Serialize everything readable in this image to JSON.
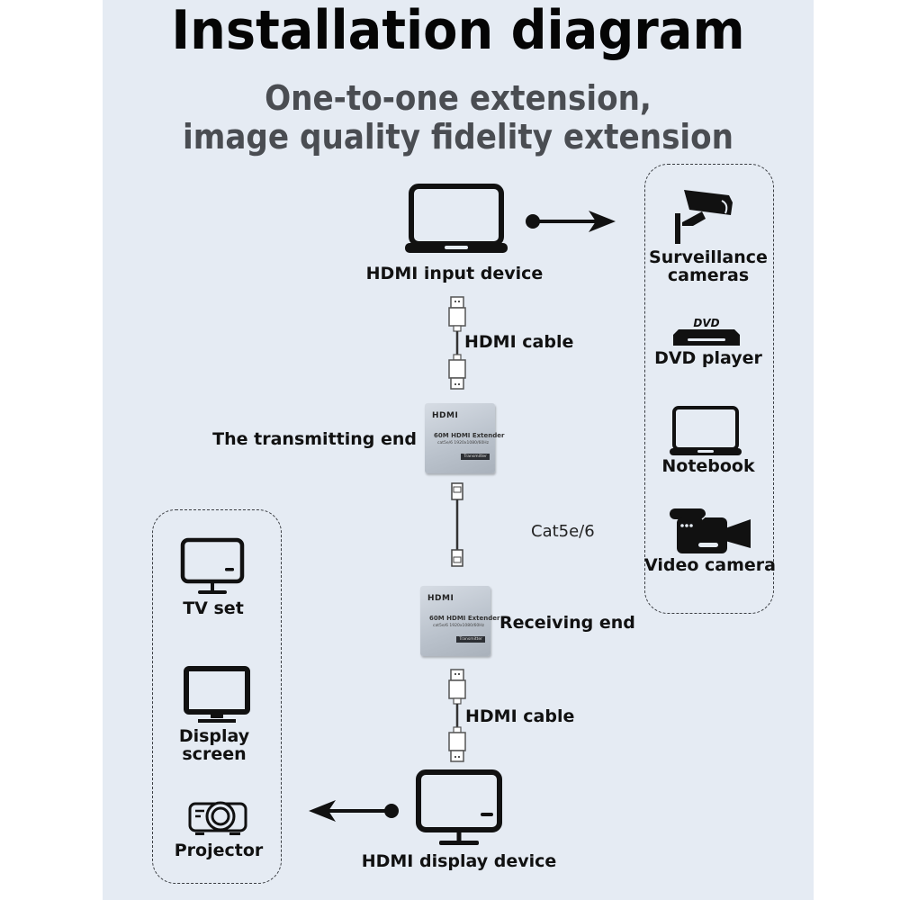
{
  "header": {
    "title": "Installation diagram",
    "subtitle_line1": "One-to-one extension,",
    "subtitle_line2": "image quality fidelity extension"
  },
  "chain": {
    "input_device": {
      "label": "HDMI input device",
      "icon": "laptop-icon"
    },
    "cable_top": {
      "label": "HDMI cable",
      "icon": "hdmi-cable-icon"
    },
    "transmitter": {
      "label": "The transmitting end",
      "brand": "HDMI",
      "name": "60M HDMI Extender",
      "spec": "cat5e/6 1920x1080/60Hz",
      "tag": "Transmitter"
    },
    "cable_mid": {
      "label": "Cat5e/6",
      "icon": "ethernet-cable-icon"
    },
    "receiver": {
      "label": "Receiving end",
      "brand": "HDMI",
      "name": "60M HDMI Extender",
      "spec": "cat5e/6 1920x1080/60Hz",
      "tag": "Transmitter"
    },
    "cable_bottom": {
      "label": "HDMI cable",
      "icon": "hdmi-cable-icon"
    },
    "display_device": {
      "label": "HDMI display device",
      "icon": "monitor-icon"
    }
  },
  "sources": {
    "items": [
      {
        "label_line1": "Surveillance",
        "label_line2": "cameras",
        "icon": "cctv-camera-icon"
      },
      {
        "label": "DVD player",
        "icon": "dvd-player-icon",
        "logo_text": "DVD"
      },
      {
        "label": "Notebook",
        "icon": "laptop-icon"
      },
      {
        "label": "Video camera",
        "icon": "video-camera-icon"
      }
    ]
  },
  "outputs": {
    "items": [
      {
        "label": "TV set",
        "icon": "tv-icon"
      },
      {
        "label_line1": "Display",
        "label_line2": "screen",
        "icon": "display-screen-icon"
      },
      {
        "label": "Projector",
        "icon": "projector-icon"
      }
    ]
  },
  "colors": {
    "panel_bg": "#e5ebf3",
    "title": "#050505",
    "subtitle": "#4a4d52",
    "icon": "#111111"
  }
}
